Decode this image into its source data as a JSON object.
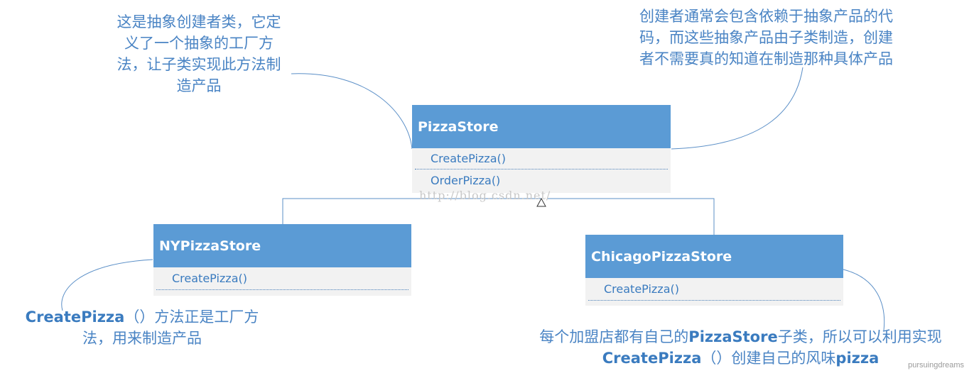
{
  "classes": {
    "pizza_store": {
      "name": "PizzaStore",
      "methods": [
        "CreatePizza()",
        "OrderPizza()"
      ]
    },
    "ny_pizza_store": {
      "name": "NYPizzaStore",
      "methods": [
        "CreatePizza()"
      ]
    },
    "chicago_pizza_store": {
      "name": "ChicagoPizzaStore",
      "methods": [
        "CreatePizza()"
      ]
    }
  },
  "notes": {
    "abstract_creator": [
      "这是抽象创建者类，它定",
      "义了一个抽象的工厂方",
      "法，让子类实现此方法制",
      "造产品"
    ],
    "creator_depends": [
      "创建者通常会包含依赖于抽象产品的代",
      "码，而这些抽象产品由子类制造，创建",
      "者不需要真的知道在制造那种具体产品"
    ],
    "factory_method": {
      "line1_bold": "CreatePizza",
      "line1_rest": "（）方法正是工厂方",
      "line2": "法，用来制造产品"
    },
    "franchise": {
      "line1_pre": "每个加盟店都有自己的",
      "line1_bold": "PizzaStore",
      "line1_post": "子类，所以可以利用实现",
      "line2_bold1": "CreatePizza",
      "line2_mid": "（）创建自己的风味",
      "line2_bold2": "pizza"
    }
  },
  "watermark_url": "http://blog.csdn.net/",
  "watermark": "pursuingdreams",
  "colors": {
    "header": "#5b9bd5",
    "body": "#f2f2f2",
    "note_text": "#4a84c4",
    "connector": "#5b8fc7"
  }
}
